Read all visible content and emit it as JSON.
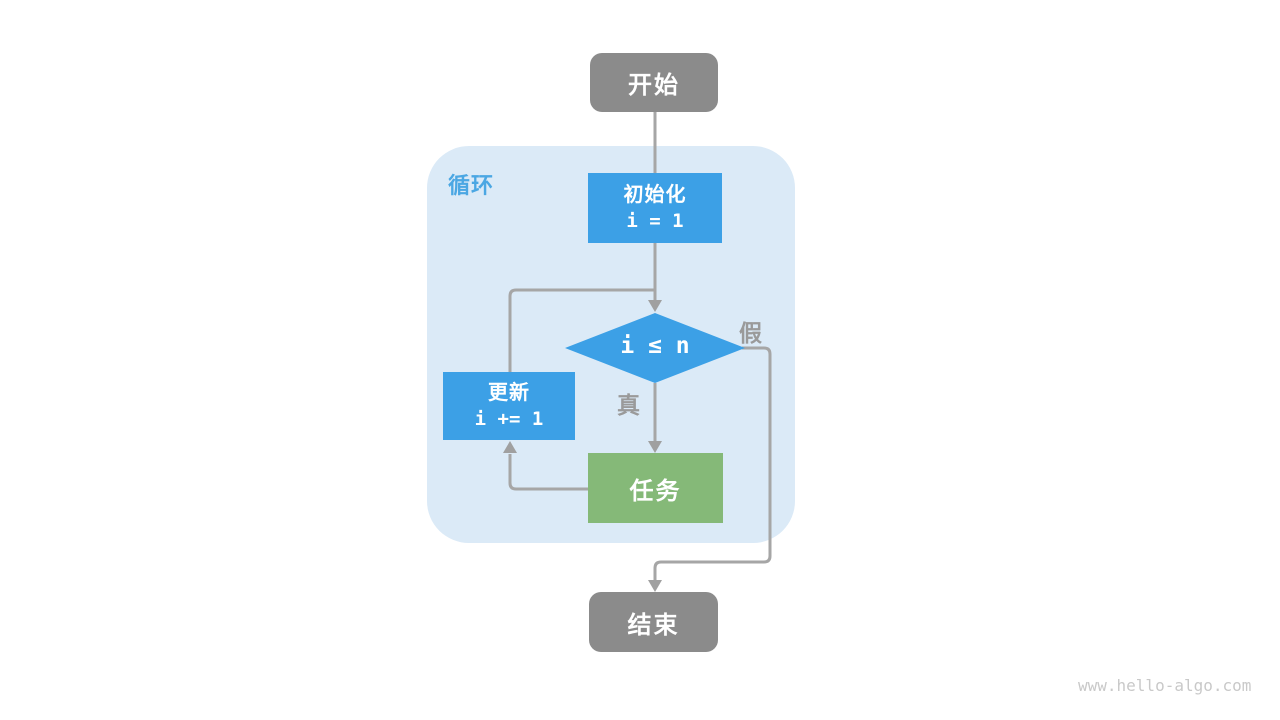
{
  "watermark": "www.hello-algo.com",
  "loop": {
    "label": "循环"
  },
  "nodes": {
    "start": {
      "label": "开始"
    },
    "init": {
      "title": "初始化",
      "code": "i = 1"
    },
    "condition": {
      "code": "i ≤ n"
    },
    "update": {
      "title": "更新",
      "code": "i += 1"
    },
    "task": {
      "label": "任务"
    },
    "end": {
      "label": "结束"
    }
  },
  "edges": {
    "true_label": "真",
    "false_label": "假"
  },
  "colors": {
    "terminal_gray": "#8B8B8B",
    "process_blue": "#3CA0E6",
    "task_green": "#85B978",
    "loop_bg": "#DBEAF7",
    "loop_label_blue": "#4BA7E3",
    "line_gray": "#A6A6A6",
    "arrow_gray": "#A0A0A0",
    "edge_label_gray": "#9A9A9A",
    "watermark_gray": "#C9C9C9"
  }
}
